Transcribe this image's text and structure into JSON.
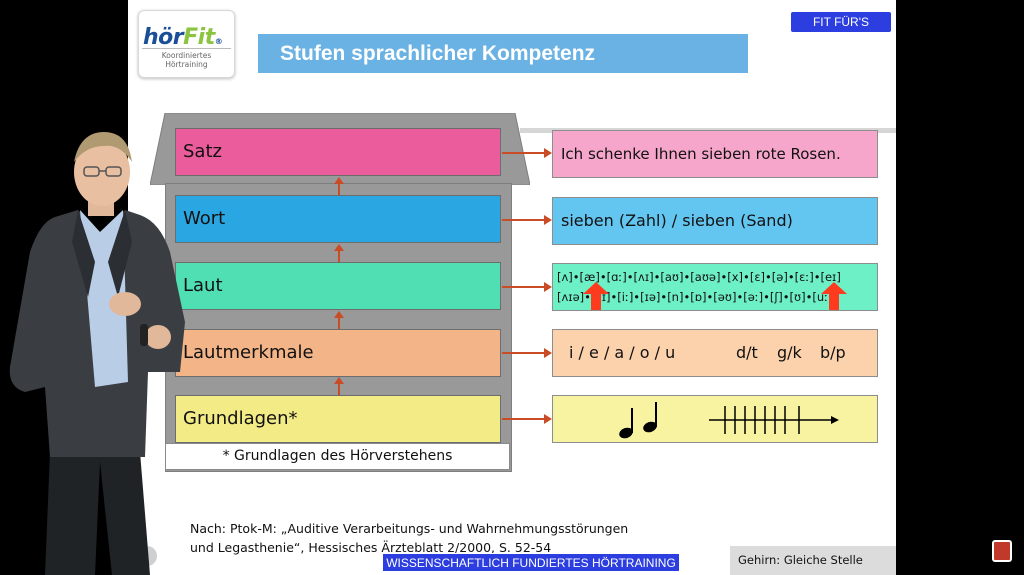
{
  "logo": {
    "brand_a": "hör",
    "brand_b": "Fit",
    "reg": "®",
    "subtitle": "Koordiniertes Hörtraining"
  },
  "badge": "FIT FÜR'S LEBEN.",
  "title": "Stufen sprachlicher Kompetenz",
  "levels": [
    {
      "label": "Satz",
      "color": "#ea5c9b"
    },
    {
      "label": "Wort",
      "color": "#2aa7e3"
    },
    {
      "label": "Laut",
      "color": "#4fdfb3"
    },
    {
      "label": "Lautmerkmale",
      "color": "#f3b588"
    },
    {
      "label": "Grundlagen*",
      "color": "#f2eb86"
    }
  ],
  "right": {
    "satz": "Ich schenke Ihnen sieben rote Rosen.",
    "wort": "sieben (Zahl) / sieben (Sand)",
    "laut_line1": "[ʌ]•[æ]•[ɑː]•[ʌɪ]•[aʊ]•[aʊə]•[x]•[ɛ]•[ə]•[ɛː]•[eɪ]",
    "laut_line2": "[ʌɪə]•[ɔɪ]•[iː]•[ɪə]•[n]•[ɒ]•[əʊ]•[əː]•[ʃ]•[ʊ]•[uː]",
    "merkmale_vowels": "i / e / a / o / u",
    "merkmale_pairs": [
      "d/t",
      "g/k",
      "b/p"
    ]
  },
  "right_colors": {
    "satz": "#f6a6cb",
    "wort": "#63c6f1",
    "laut": "#6ef0c6",
    "merkmale": "#fcd2ad",
    "grundlagen": "#f7f3a0"
  },
  "house_footnote": "* Grundlagen des Hörverstehens",
  "citation": {
    "line1": "Nach: Ptok-M: „Auditive Verarbeitungs- und Wahrnehmungsstörungen",
    "line2": "und Legasthenie“, Hessisches Ärzteblatt 2/2000, S. 52-54"
  },
  "bottom_band": "WISSENSCHAFTLICH FUNDIERTES HÖRTRAINING",
  "gehirn": "Gehirn: Gleiche Stelle"
}
